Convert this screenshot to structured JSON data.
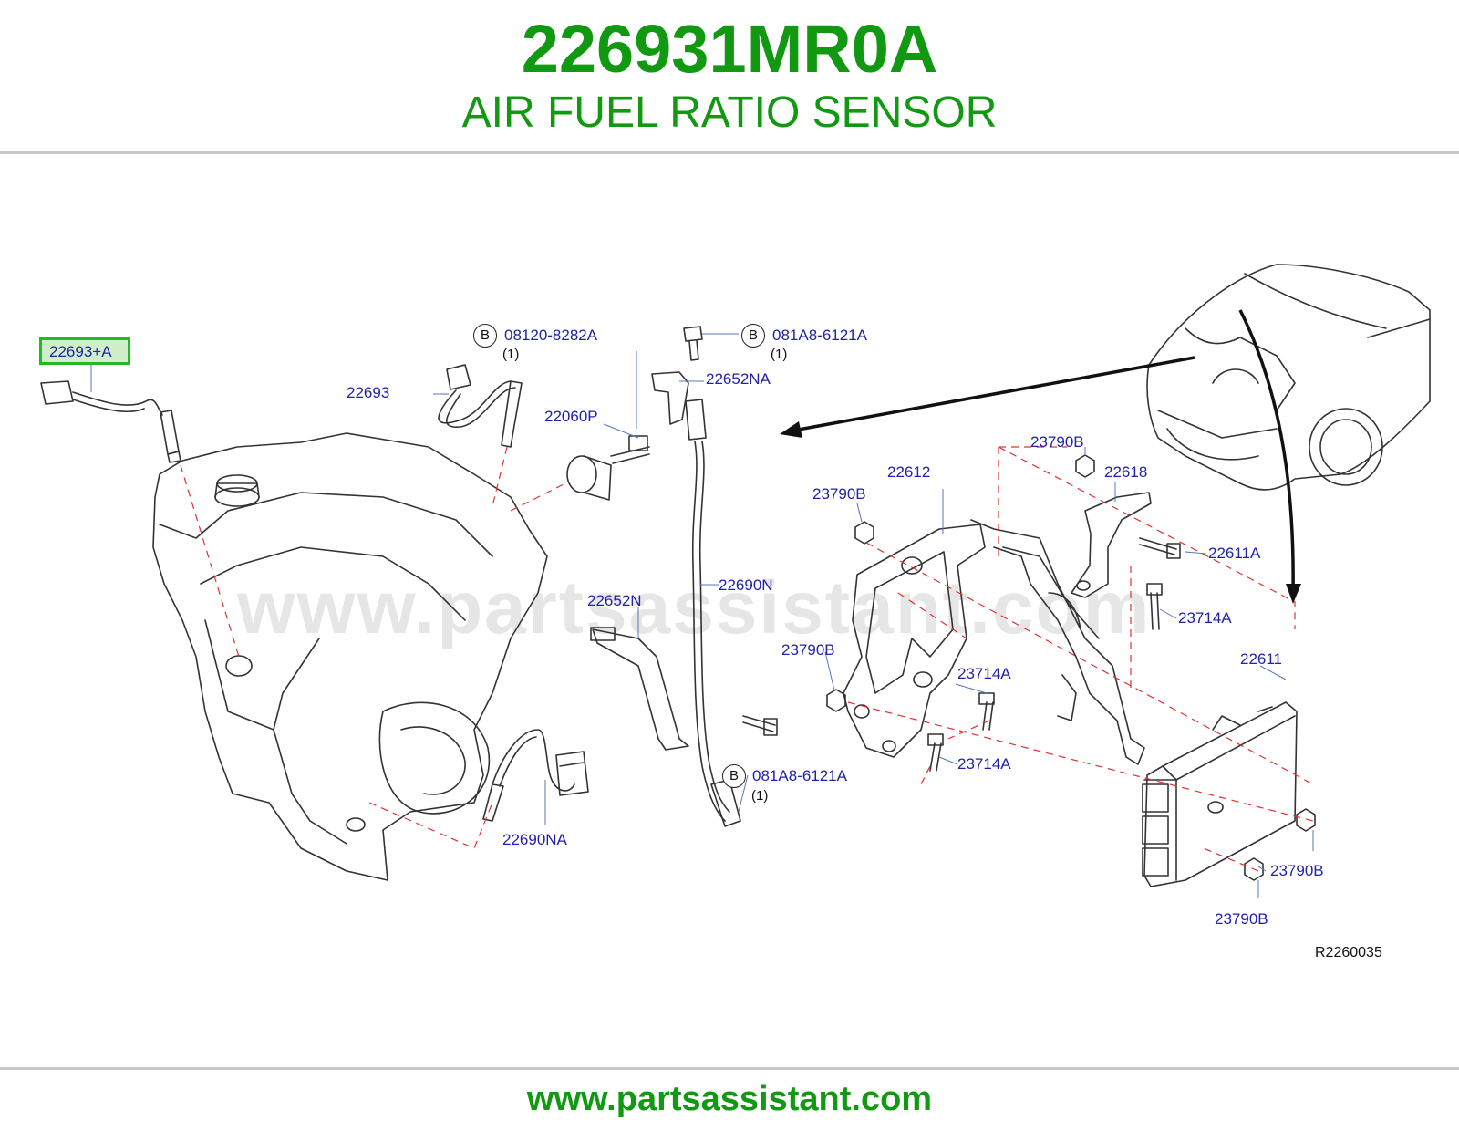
{
  "header": {
    "part_number": "226931MR0A",
    "description": "AIR FUEL RATIO SENSOR"
  },
  "footer": {
    "url": "www.partsassistant.com"
  },
  "watermark": "www.partsassistant.com",
  "reference_code": "R2260035",
  "bolt_marker": "B",
  "callouts": {
    "highlighted": "22693+A",
    "sensor_22693": "22693",
    "bolt_08120": "08120-8282A",
    "qty_08120": "(1)",
    "bolt_081a8_top": "081A8-6121A",
    "qty_081a8_top": "(1)",
    "bracket_22652na": "22652NA",
    "knock_22060p": "22060P",
    "sensor_22690n": "22690N",
    "bracket_22652n": "22652N",
    "bolt_081a8_bottom": "081A8-6121A",
    "qty_081a8_bottom": "(1)",
    "sensor_22690na": "22690NA",
    "bracket_22612": "22612",
    "nut_23790b_a": "23790B",
    "nut_23790b_b": "23790B",
    "nut_23790b_c": "23790B",
    "bracket_22618": "22618",
    "bolt_22611a": "22611A",
    "bolt_23714a_a": "23714A",
    "bolt_23714a_b": "23714A",
    "bolt_23714a_c": "23714A",
    "ecm_22611": "22611",
    "nut_23790b_d": "23790B",
    "nut_23790b_e": "23790B"
  },
  "colors": {
    "brand_green": "#119911",
    "callout_blue": "#2222aa",
    "leader_red": "#dd3333",
    "highlight_fill": "#cfeeca",
    "highlight_border": "#22bb22"
  }
}
